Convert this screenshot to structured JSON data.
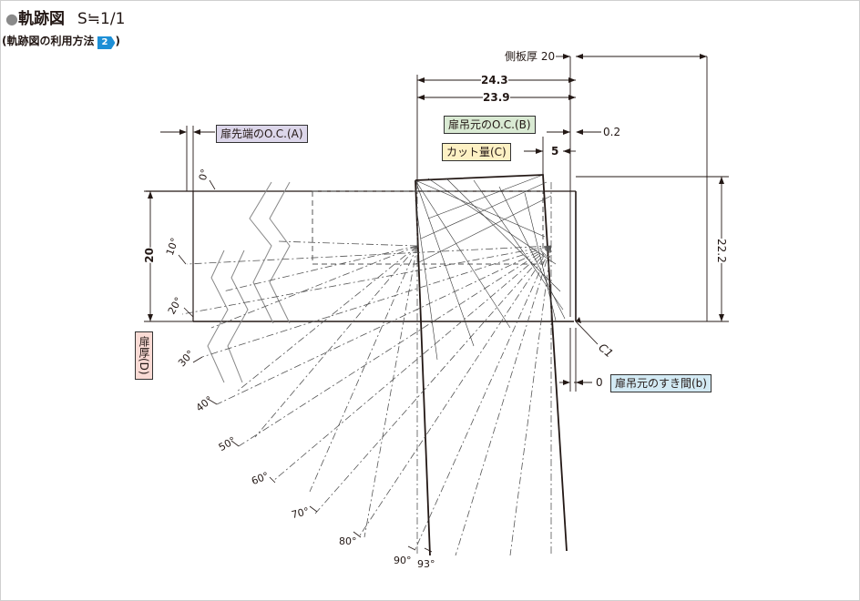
{
  "heading": {
    "bullet": "●",
    "title": "軌跡図",
    "scale": "S≒1/1"
  },
  "subnote": {
    "open": "(",
    "text": "軌跡図の利用方法",
    "ref": "2",
    "close": ")"
  },
  "labels": {
    "door_tip_oc": "扉先端のO.C.(A)",
    "hinge_oc": "扉吊元のO.C.(B)",
    "cut_amount": "カット量(C)",
    "door_thickness": "扉厚(D)",
    "hinge_gap": "扉吊元のすき間(b)"
  },
  "dimensions": {
    "side_panel": "側板厚 20",
    "d243": "24.3",
    "d239": "23.9",
    "d02": "0.2",
    "d5": "5",
    "d20": "20",
    "d222": "22.2",
    "d0": "0",
    "c1": "C1"
  },
  "angles": [
    "0°",
    "10°",
    "20°",
    "30°",
    "40°",
    "50°",
    "60°",
    "70°",
    "80°",
    "90°",
    "93°"
  ],
  "colors": {
    "lavender": "#dcd6ea",
    "green": "#d9ead3",
    "yellow": "#fdf1c4",
    "pink": "#fadbd5",
    "cyan": "#d3eaf4",
    "line": "#231815",
    "accent": "#1d8fd6"
  }
}
